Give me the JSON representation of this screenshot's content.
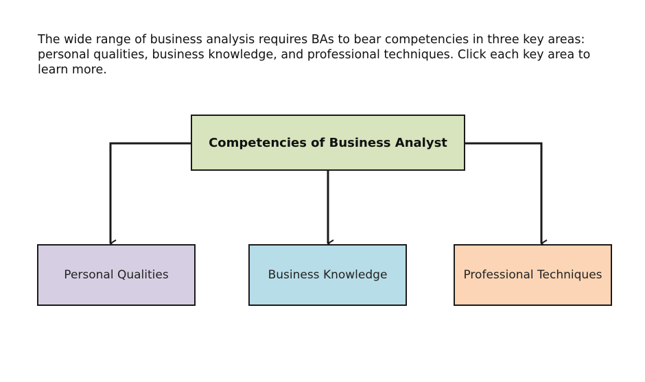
{
  "intro_text": "The wide range of business analysis requires BAs to bear competencies in three key areas: personal qualities, business knowledge, and professional techniques. Click each key area to learn more.",
  "diagram": {
    "root": {
      "label": "Competencies of Business Analyst",
      "color": "#d7e4bd"
    },
    "children": [
      {
        "label": "Personal Qualities",
        "color": "#d6cfe3"
      },
      {
        "label": "Business Knowledge",
        "color": "#b7dde8"
      },
      {
        "label": "Professional Techniques",
        "color": "#fbd5b5"
      }
    ]
  }
}
